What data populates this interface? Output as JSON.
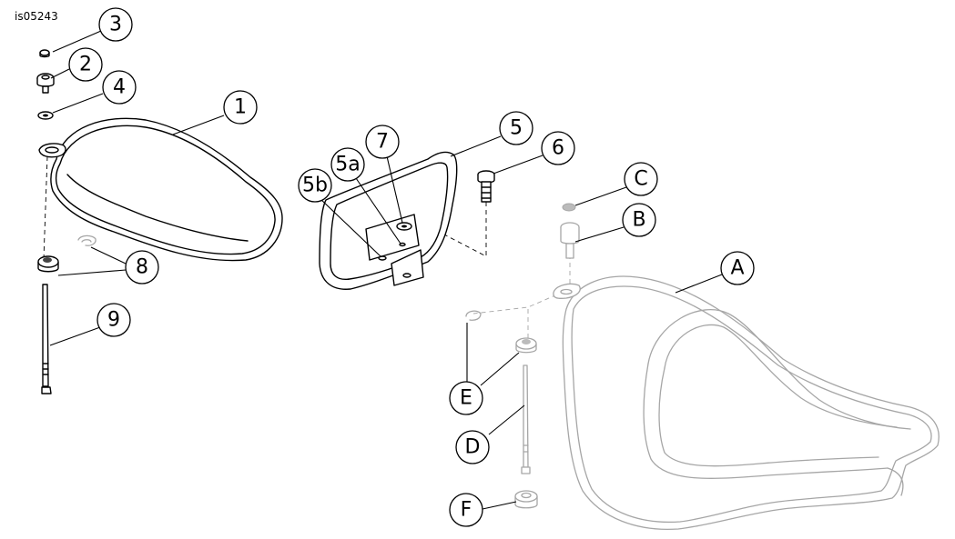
{
  "figure_id": "is05243",
  "callouts": {
    "c1": "1",
    "c2": "2",
    "c3": "3",
    "c4": "4",
    "c5": "5",
    "c5a": "5a",
    "c5b": "5b",
    "c6": "6",
    "c7": "7",
    "c8": "8",
    "c9": "9",
    "cA": "A",
    "cB": "B",
    "cC": "C",
    "cD": "D",
    "cE": "E",
    "cF": "F"
  },
  "colors": {
    "new_parts": "#000000",
    "removed_parts": "#a6a6a6"
  }
}
